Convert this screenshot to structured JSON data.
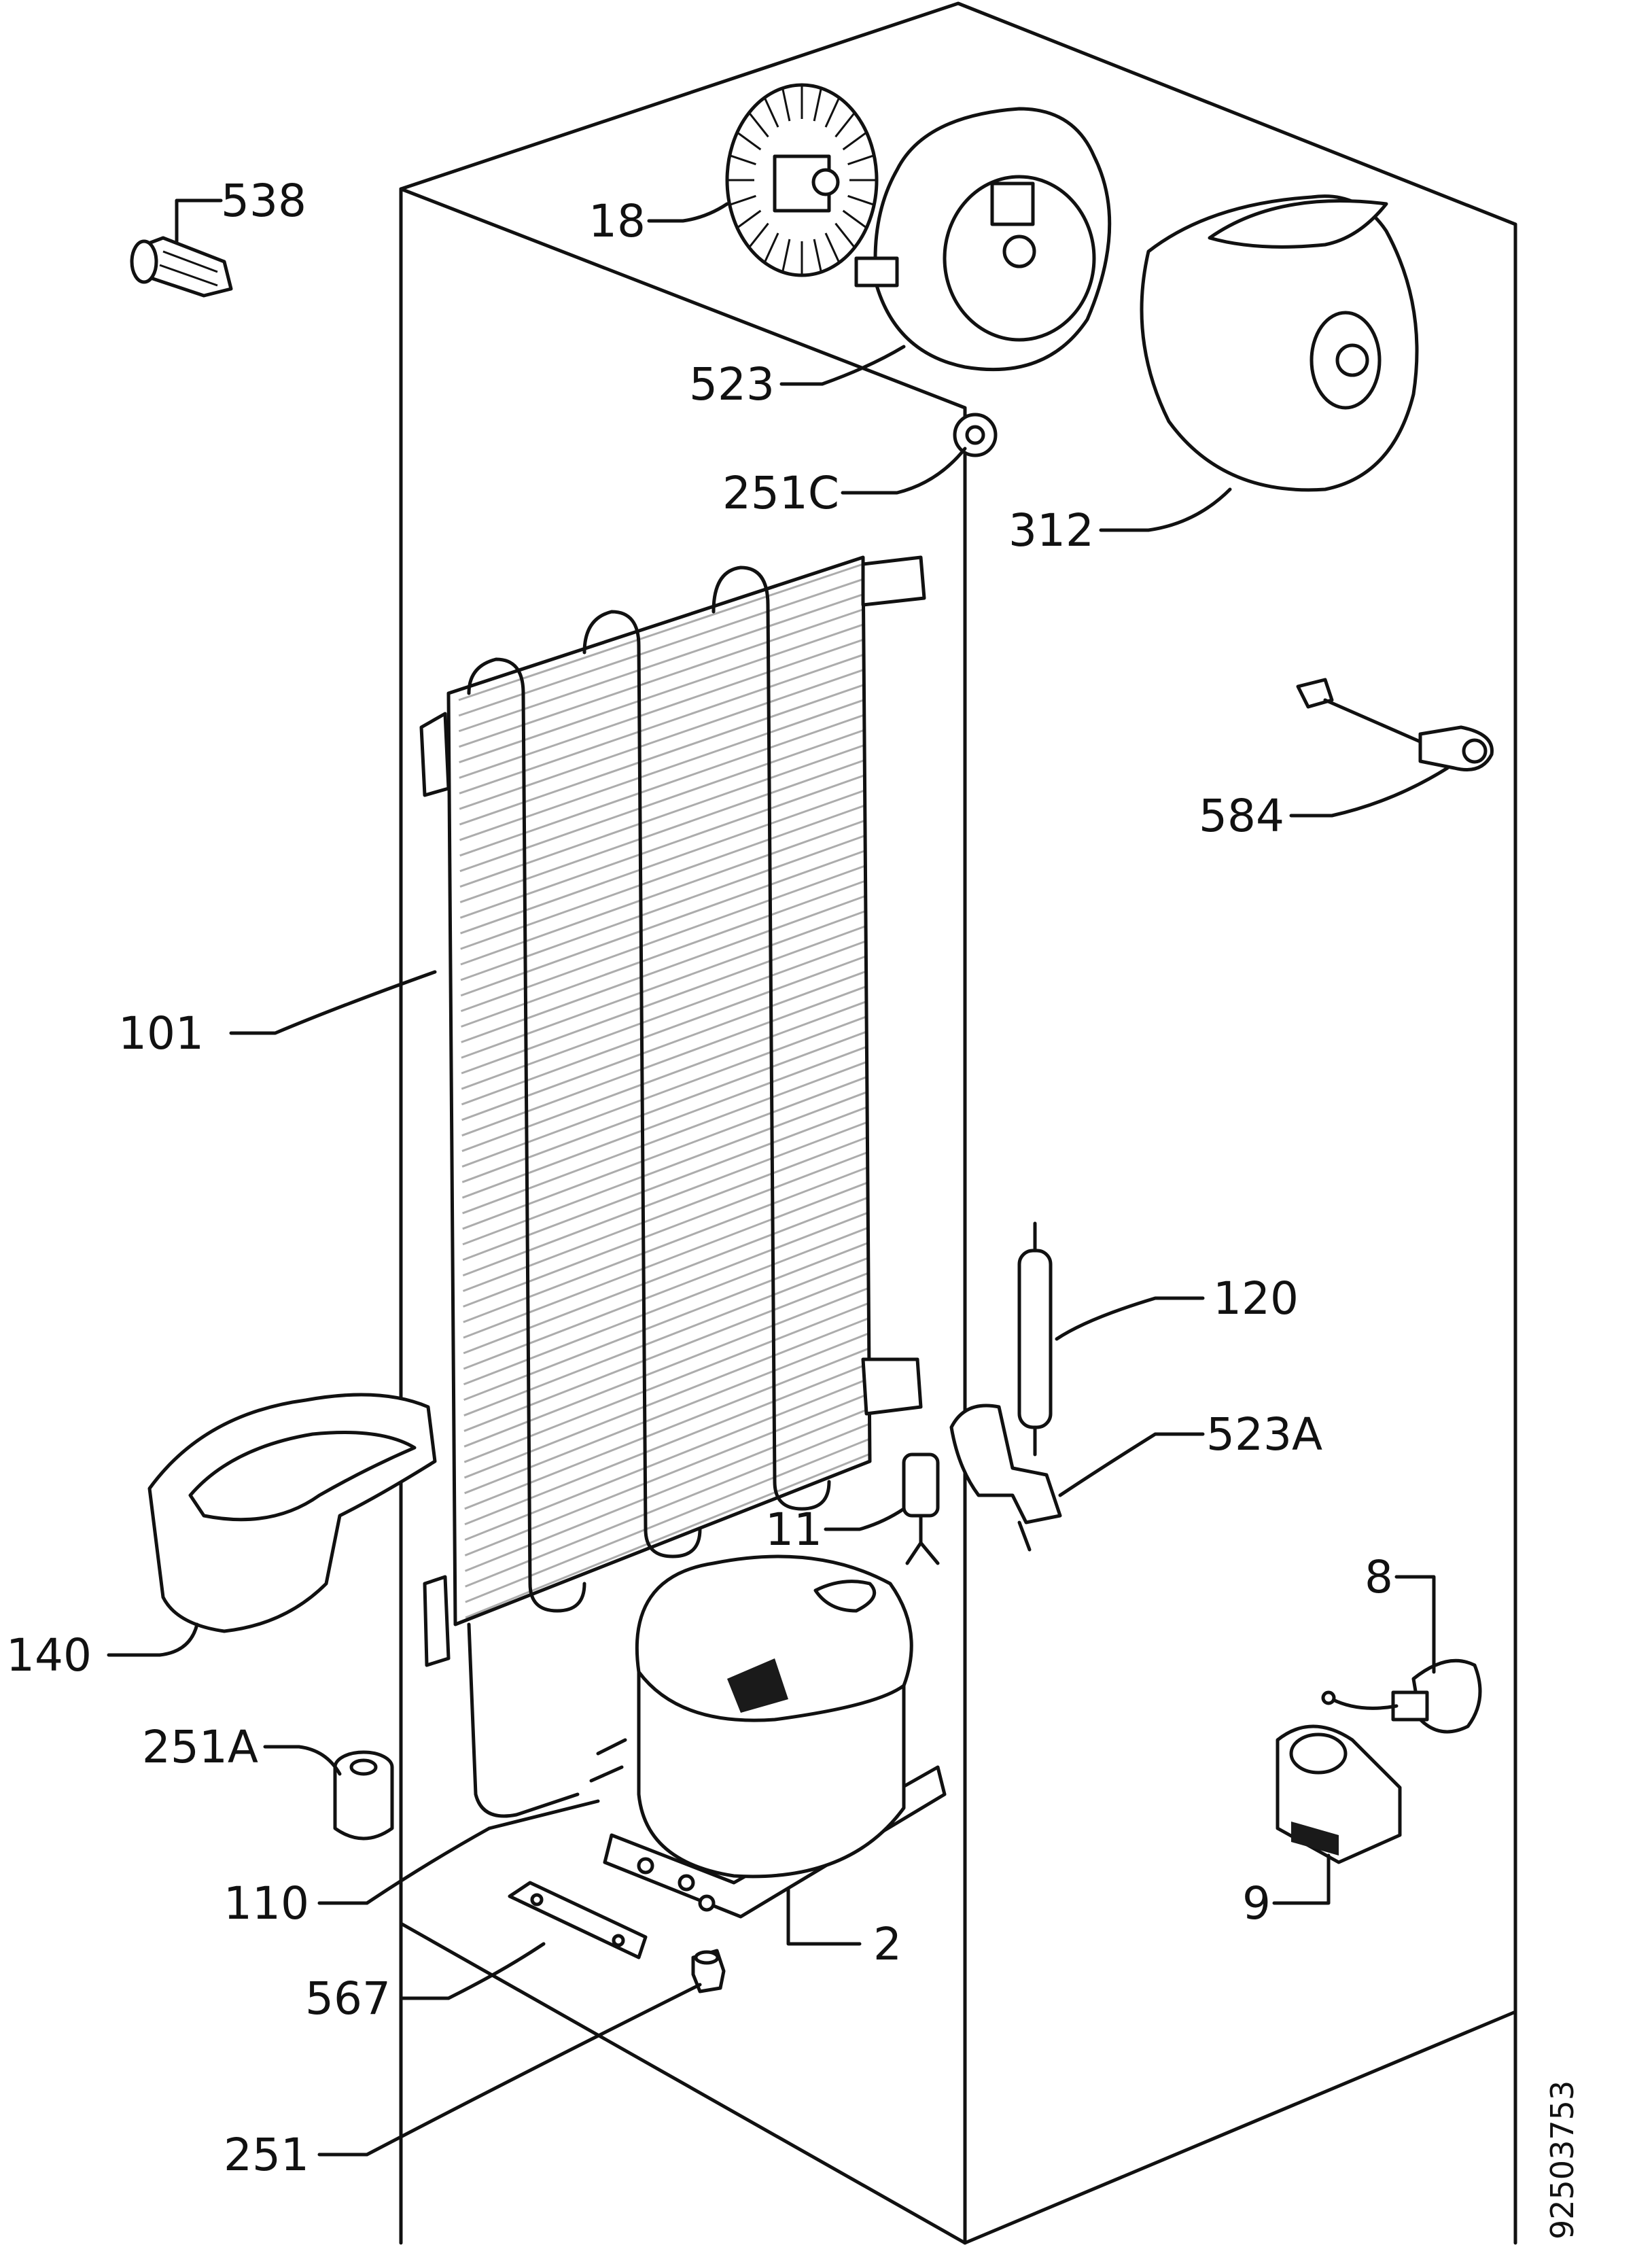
{
  "colors": {
    "ink": "#111111",
    "paper": "#ffffff"
  },
  "labels": {
    "p538": "538",
    "p18": "18",
    "p523": "523",
    "p251C": "251C",
    "p312": "312",
    "p584": "584",
    "p101": "101",
    "p120": "120",
    "p523A": "523A",
    "p11": "11",
    "p140": "140",
    "p8": "8",
    "p251A": "251A",
    "p110": "110",
    "p2": "2",
    "p9": "9",
    "p567": "567",
    "p251": "251"
  },
  "document_number": "92503753"
}
